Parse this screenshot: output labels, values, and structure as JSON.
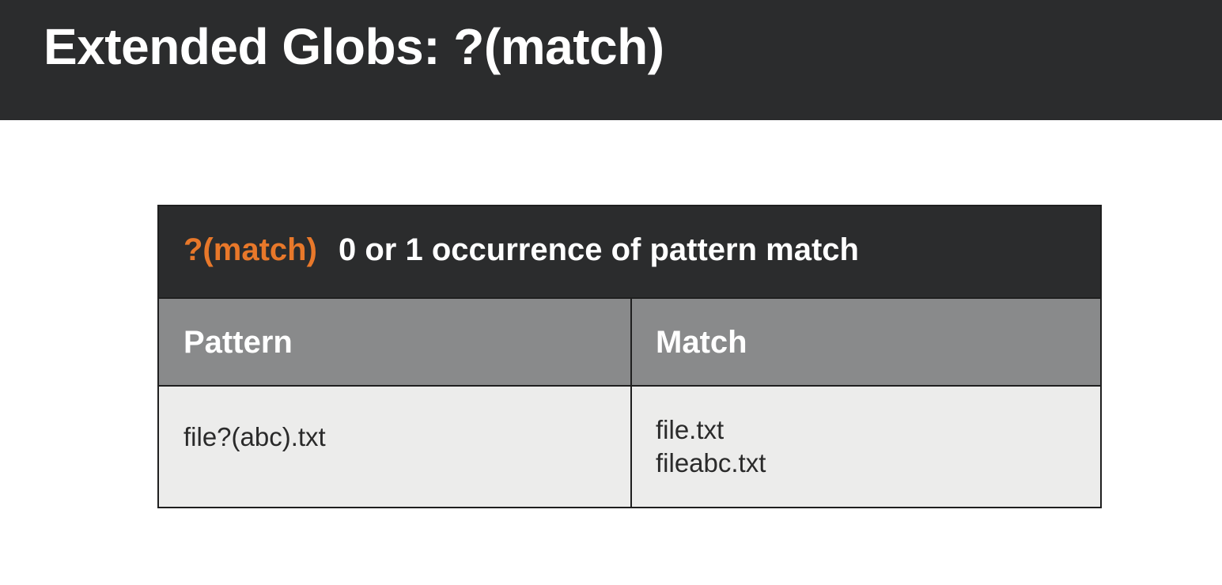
{
  "title": "Extended Globs: ?(match)",
  "card": {
    "operator": "?(match)",
    "description": "0 or 1 occurrence of pattern match",
    "columns": [
      "Pattern",
      "Match"
    ],
    "rows": [
      {
        "pattern": "file?(abc).txt",
        "matches": [
          "file.txt",
          "fileabc.txt"
        ]
      }
    ]
  },
  "colors": {
    "dark": "#2b2c2d",
    "accent": "#e8782a",
    "header_gray": "#898a8b",
    "cell_bg": "#ececeb"
  }
}
